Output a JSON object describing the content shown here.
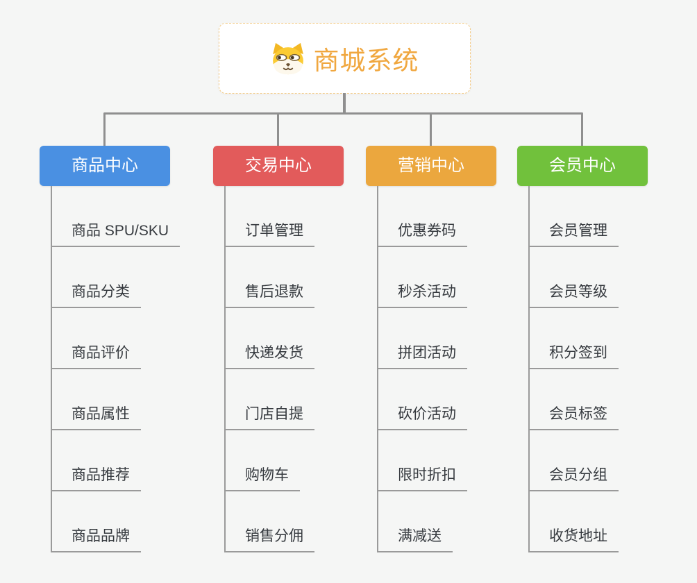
{
  "root": {
    "title": "商城系统",
    "icon": "dog-face-icon",
    "title_color": "#f0a73f",
    "border_color": "#f3cb86"
  },
  "connector_color": "#8f8f8f",
  "branches": [
    {
      "label": "商品中心",
      "color": "#4A90E2",
      "children": [
        "商品 SPU/SKU",
        "商品分类",
        "商品评价",
        "商品属性",
        "商品推荐",
        "商品品牌"
      ]
    },
    {
      "label": "交易中心",
      "color": "#E25B5B",
      "children": [
        "订单管理",
        "售后退款",
        "快递发货",
        "门店自提",
        "购物车",
        "销售分佣"
      ]
    },
    {
      "label": "营销中心",
      "color": "#EBA73E",
      "children": [
        "优惠券码",
        "秒杀活动",
        "拼团活动",
        "砍价活动",
        "限时折扣",
        "满减送"
      ]
    },
    {
      "label": "会员中心",
      "color": "#71C13C",
      "children": [
        "会员管理",
        "会员等级",
        "积分签到",
        "会员标签",
        "会员分组",
        "收货地址"
      ]
    }
  ]
}
